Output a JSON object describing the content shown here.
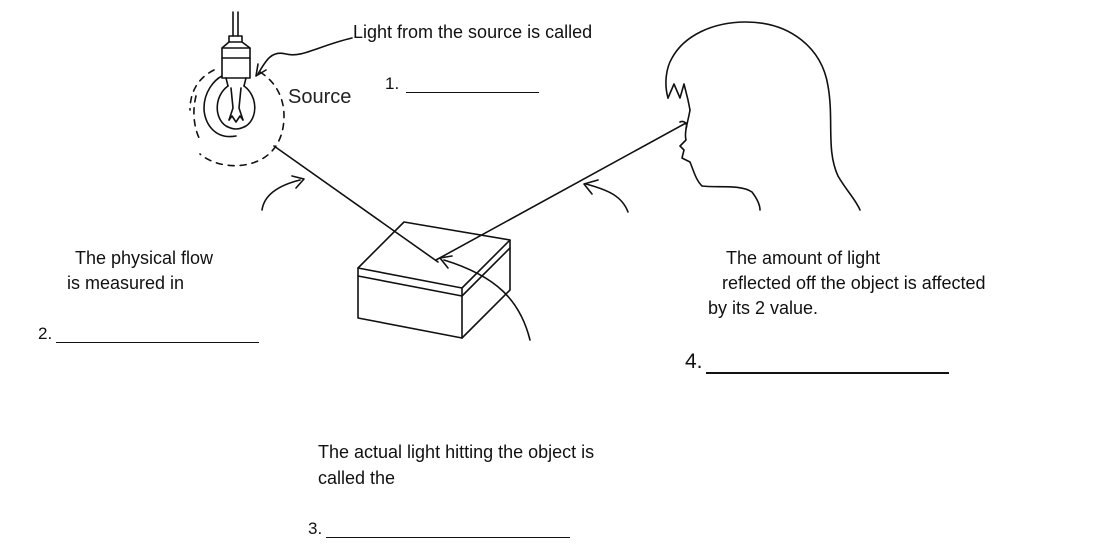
{
  "labels": {
    "source": "Source",
    "q1": "Light from the source is called",
    "q2_line1": "The physical flow",
    "q2_line2": "is measured in",
    "q3_line1": "The actual light hitting the object is",
    "q3_line2": "called the",
    "q4_line1": "The amount of light",
    "q4_line2": "reflected off the object is affected",
    "q4_line3": "by its 2 value."
  },
  "blanks": {
    "b1": "1.",
    "b2": "2.",
    "b3": "3.",
    "b4": "4."
  },
  "colors": {
    "ink": "#111111"
  }
}
